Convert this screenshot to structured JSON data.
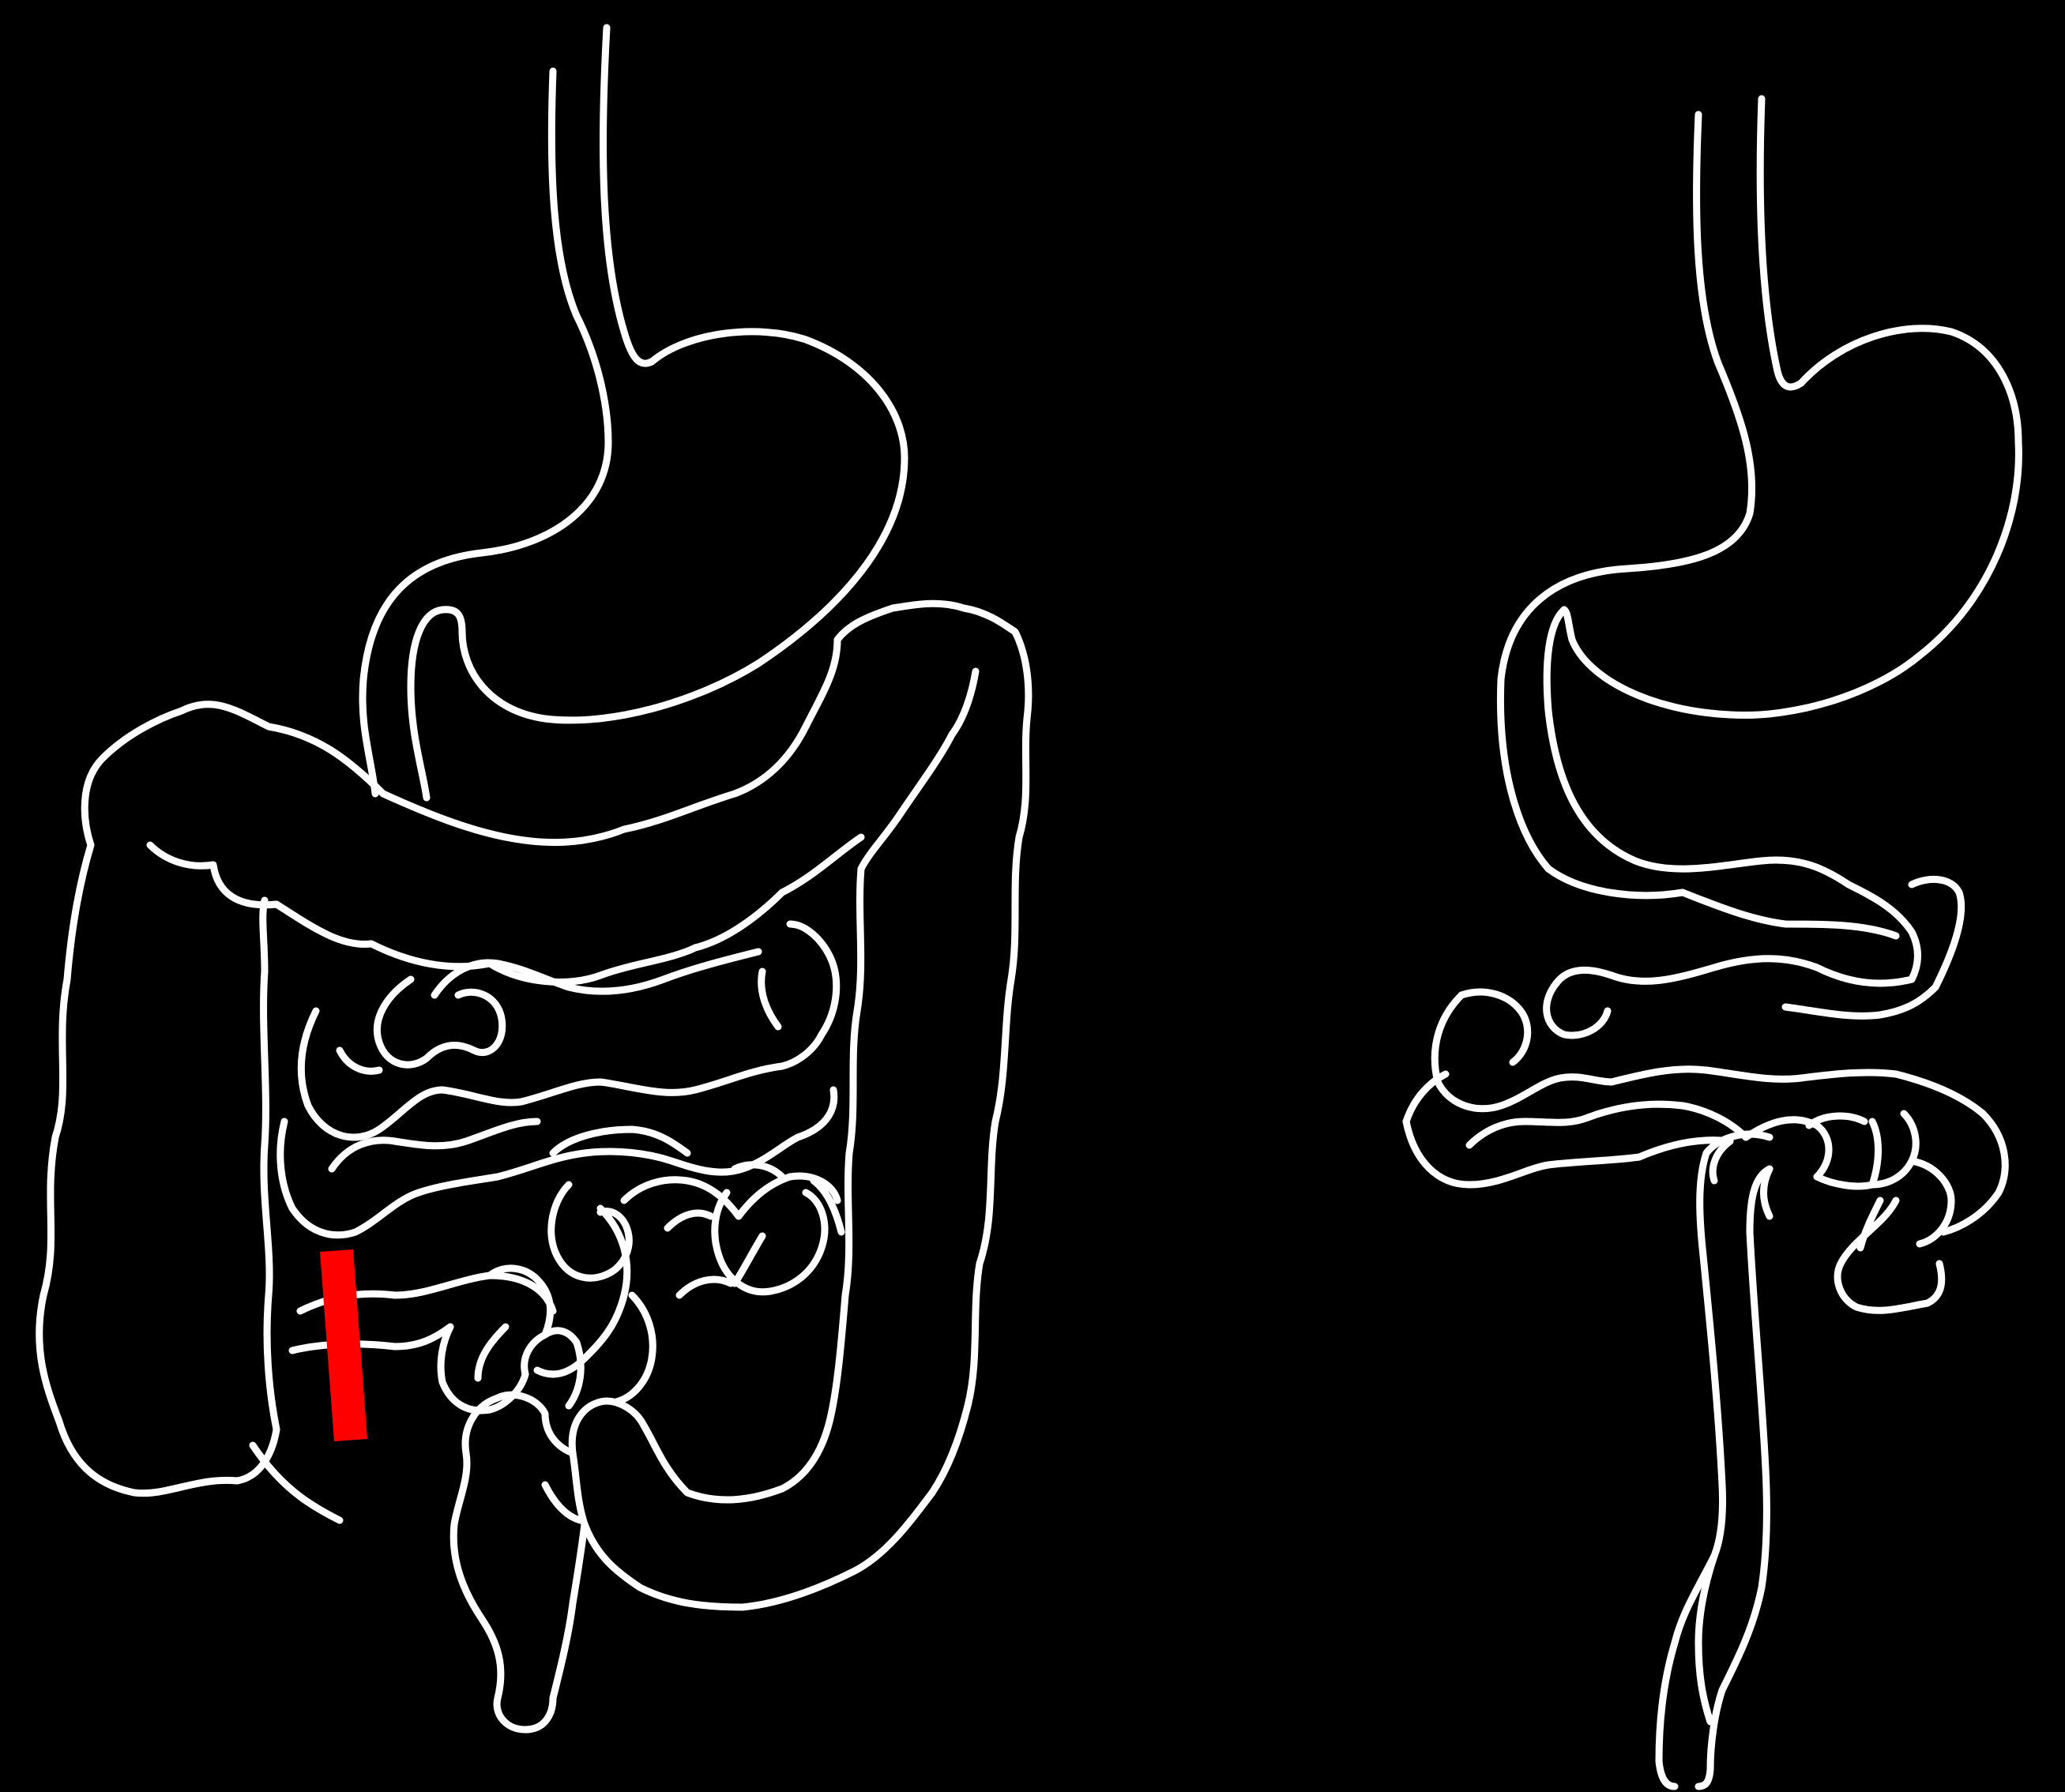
{
  "colors": {
    "background": "#000000",
    "outline": "#ffffff",
    "marker": "#ff0000"
  },
  "figures": [
    {
      "name": "full-digestive-tract",
      "parts": [
        "esophagus",
        "stomach",
        "duodenum",
        "small-intestine",
        "large-intestine",
        "rectum"
      ],
      "marker": "resection-line"
    },
    {
      "name": "digestive-tract-without-colon",
      "parts": [
        "esophagus",
        "stomach",
        "duodenum",
        "small-intestine",
        "rectum"
      ]
    }
  ]
}
